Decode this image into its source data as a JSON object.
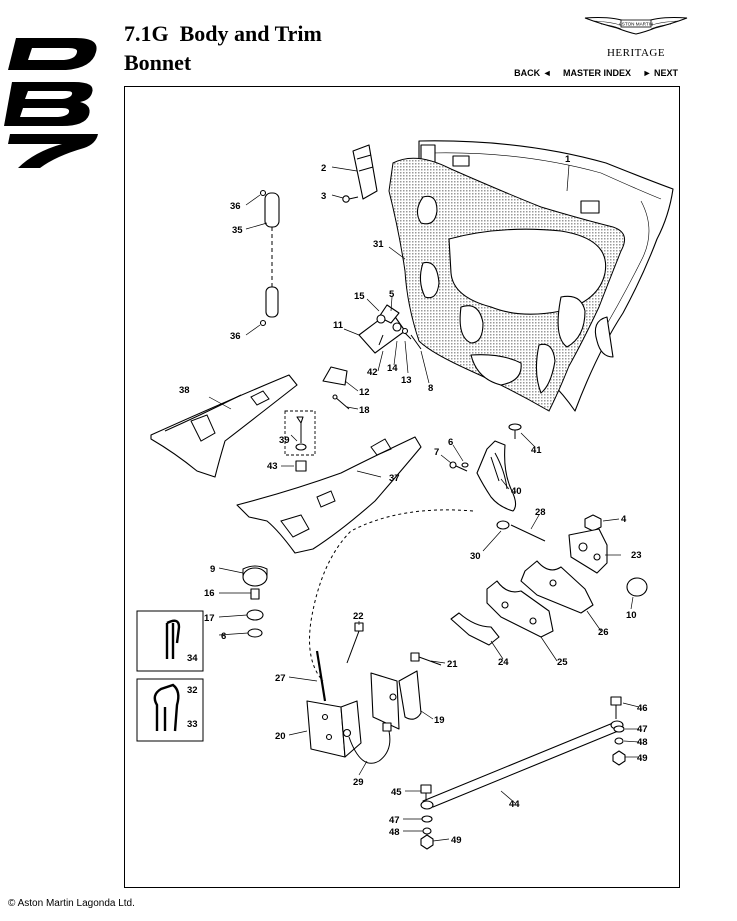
{
  "header": {
    "section": "7.1G",
    "title": "Body and Trim",
    "subtitle": "Bonnet",
    "heritage": "HERITAGE",
    "brand_text": "ASTON MARTIN"
  },
  "nav": {
    "back": "BACK ◄",
    "master_index": "MASTER INDEX",
    "next": "► NEXT"
  },
  "parts": [
    "1",
    "2",
    "3",
    "4",
    "5",
    "6",
    "6",
    "7",
    "8",
    "9",
    "10",
    "11",
    "12",
    "13",
    "14",
    "15",
    "16",
    "17",
    "18",
    "19",
    "20",
    "21",
    "22",
    "23",
    "24",
    "25",
    "26",
    "27",
    "28",
    "29",
    "30",
    "31",
    "32",
    "33",
    "34",
    "35",
    "36",
    "36",
    "37",
    "38",
    "39",
    "40",
    "41",
    "42",
    "43",
    "44",
    "45",
    "46",
    "47",
    "47",
    "48",
    "48",
    "49",
    "49"
  ],
  "footer": {
    "copyright": "© Aston Martin Lagonda Ltd."
  },
  "colors": {
    "ink": "#000000",
    "paper": "#ffffff"
  }
}
